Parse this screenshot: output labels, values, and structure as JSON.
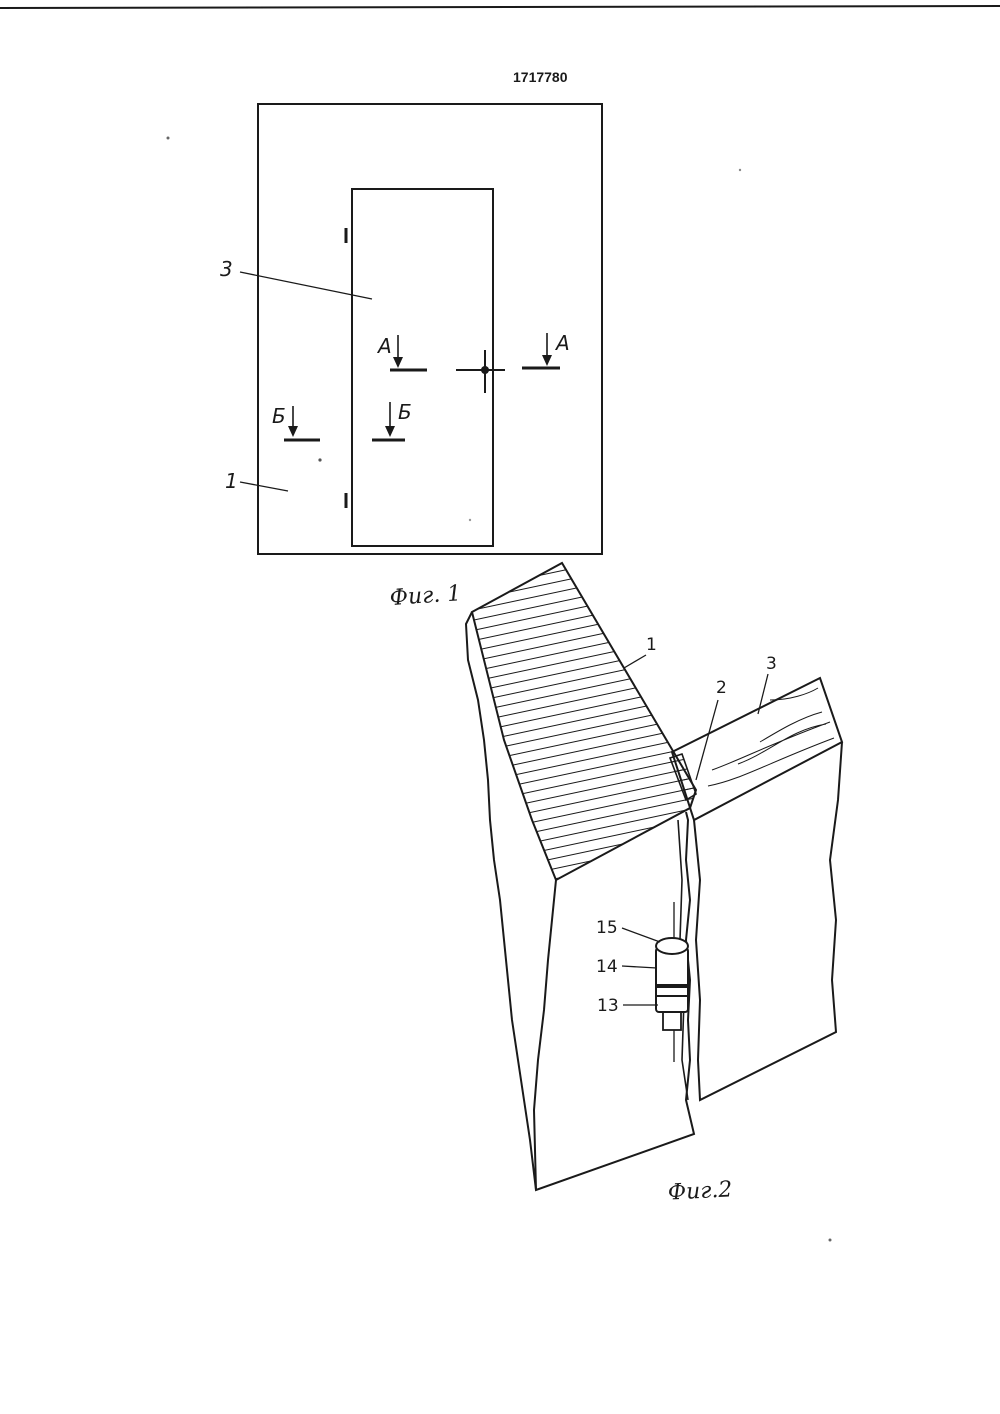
{
  "document_number": "1717780",
  "figure1": {
    "caption": "Фиг. 1",
    "labels": {
      "frame": "1",
      "door_leaf": "3",
      "section_a_left": "А",
      "section_a_right": "А",
      "section_b_left": "Б",
      "section_b_right": "Б"
    }
  },
  "figure2": {
    "caption": "Фиг.2",
    "labels": {
      "frame": "1",
      "seal": "2",
      "door_leaf": "3",
      "cap": "15",
      "body": "14",
      "base": "13"
    }
  }
}
